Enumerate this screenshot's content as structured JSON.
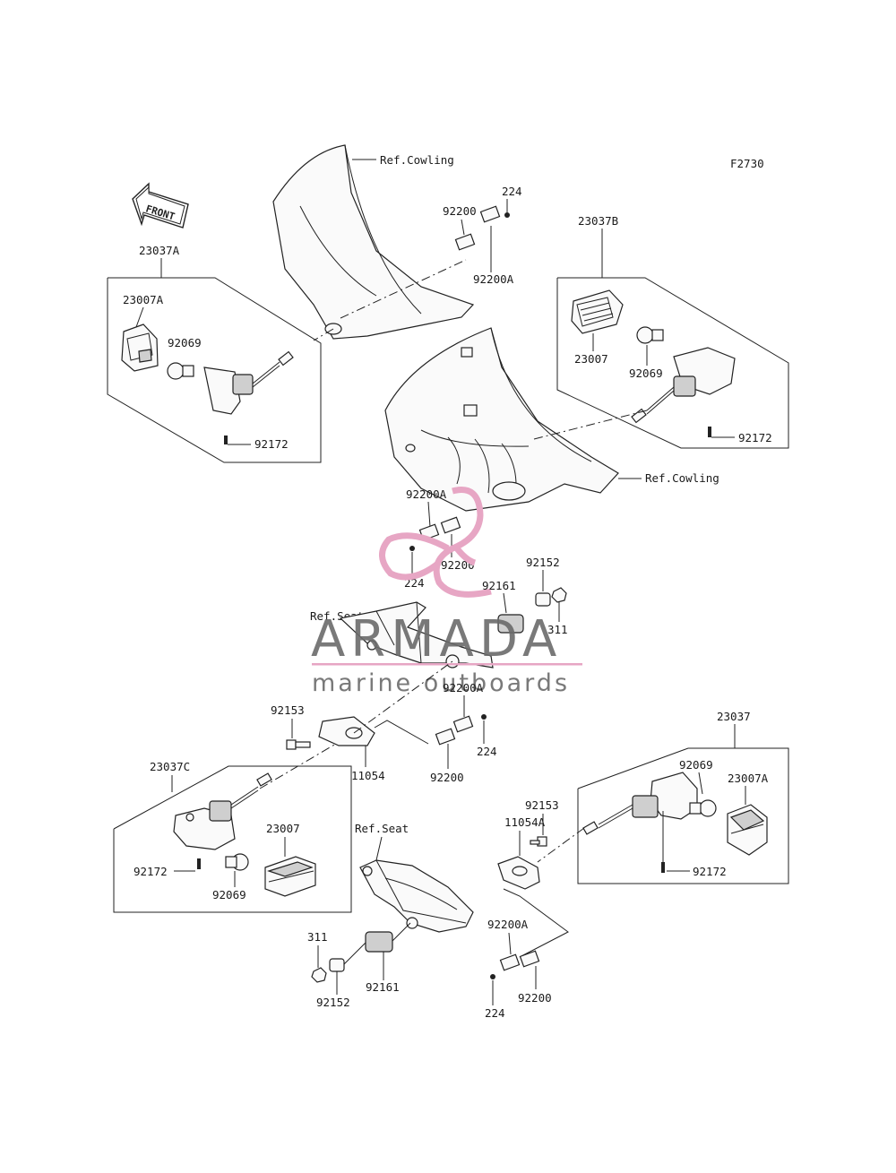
{
  "figure_code": "F2730",
  "front_arrow_text": "FRONT",
  "ref_labels": {
    "cowling_top": "Ref.Cowling",
    "cowling_mid": "Ref.Cowling",
    "seat_mid": "Ref.Seat",
    "seat_bottom": "Ref.Seat"
  },
  "parts": {
    "p23037A": "23037A",
    "p23007A_tl": "23007A",
    "p92069_tl": "92069",
    "p92172_tl": "92172",
    "p92200_top": "92200",
    "p224_top": "224",
    "p92200A_top": "92200A",
    "p23037B": "23037B",
    "p23007_tr": "23007",
    "p92069_tr": "92069",
    "p92172_tr": "92172",
    "p92200A_mid": "92200A",
    "p92200_mid": "92200",
    "p224_mid": "224",
    "p92152_mid": "92152",
    "p92161_mid": "92161",
    "p311_mid": "311",
    "p92153_l": "92153",
    "p11054": "11054",
    "p92200A_c": "92200A",
    "p224_c": "224",
    "p92200_c": "92200",
    "p23037C": "23037C",
    "p92172_bl": "92172",
    "p92069_bl": "92069",
    "p23007_bl": "23007",
    "p23037": "23037",
    "p92069_br": "92069",
    "p23007A_br": "23007A",
    "p92172_br": "92172",
    "p92153_r": "92153",
    "p11054A": "11054A",
    "p311_b": "311",
    "p92152_b": "92152",
    "p92161_b": "92161",
    "p92200A_b": "92200A",
    "p92200_b": "92200",
    "p224_b": "224"
  },
  "watermark": {
    "brand": "ARMADA",
    "tagline": "marine outboards",
    "color_text": "#6b6b6b",
    "color_logo": "#e7a6c4",
    "color_rule": "#e7a6c4"
  }
}
